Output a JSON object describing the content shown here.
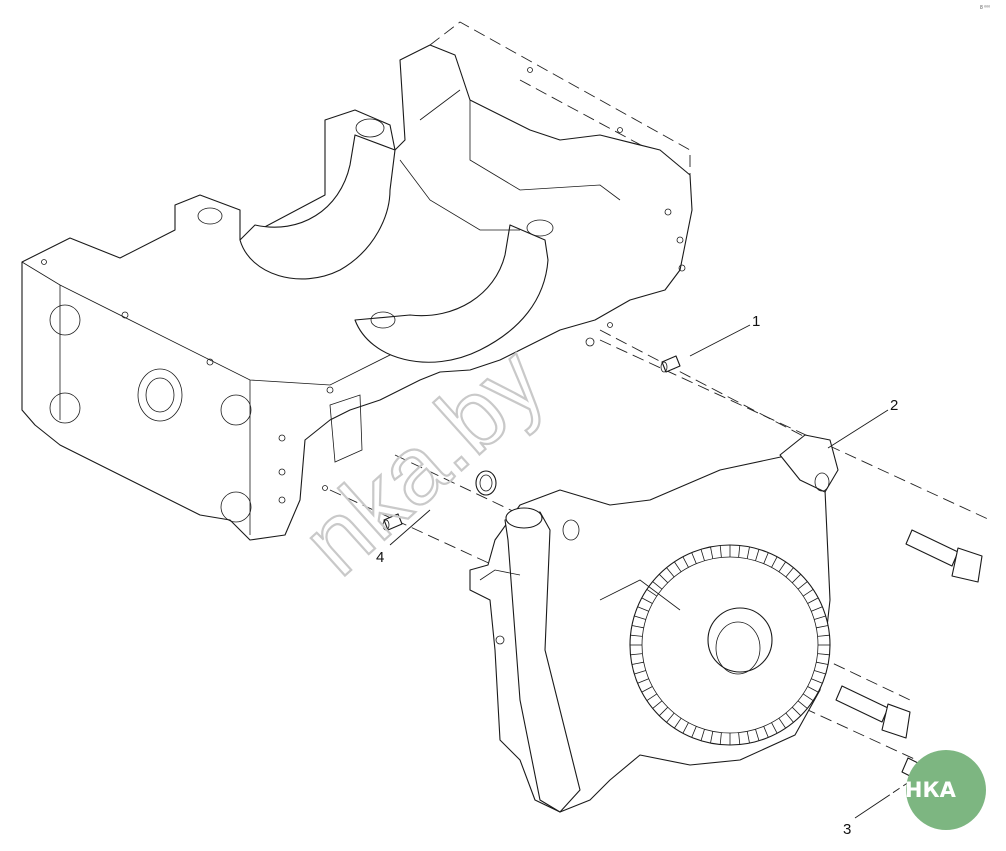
{
  "diagram": {
    "callouts": [
      {
        "id": "1",
        "label": "1"
      },
      {
        "id": "2",
        "label": "2"
      },
      {
        "id": "3",
        "label": "3"
      },
      {
        "id": "4",
        "label": "4"
      }
    ],
    "watermark": "nka.by",
    "logo": {
      "text": "АГРОНКА",
      "color": "#7db681"
    },
    "corner_mark": "8 ⁰⁰⁰"
  }
}
